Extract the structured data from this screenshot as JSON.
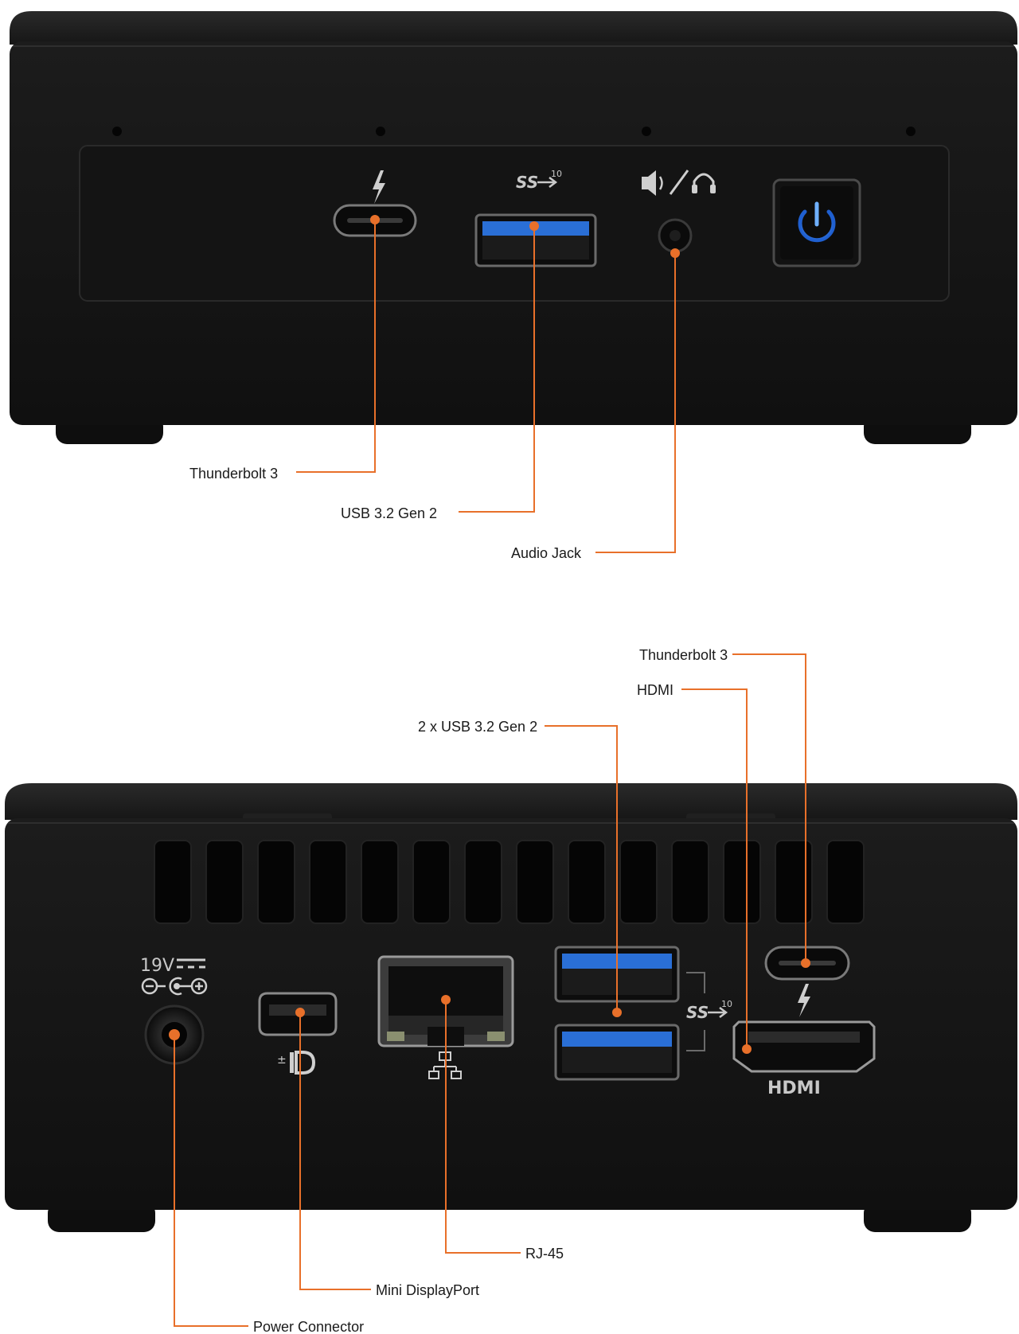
{
  "colors": {
    "accent": "#e8702a",
    "body": "#131313",
    "power_glow": "#2f7bff",
    "usb_blue": "#2a6fd6"
  },
  "front_panel": {
    "labels": {
      "thunderbolt": "Thunderbolt 3",
      "usb": "USB 3.2 Gen 2",
      "audio": "Audio Jack"
    },
    "icons": [
      "thunderbolt-icon",
      "superspeed-10-icon",
      "speaker-icon",
      "headphones-icon",
      "power-icon"
    ],
    "usb_logo_text": "SS",
    "usb_logo_sup": "10"
  },
  "rear_panel": {
    "labels": {
      "thunderbolt": "Thunderbolt 3",
      "hdmi": "HDMI",
      "usb": "2 x USB 3.2 Gen 2",
      "rj45": "RJ-45",
      "mini_dp": "Mini DisplayPort",
      "power": "Power Connector"
    },
    "power_rating": "19V",
    "hdmi_logo": "HDMI",
    "usb_logo_text": "SS",
    "usb_logo_sup": "10",
    "icons": [
      "displayport-icon",
      "network-icon",
      "thunderbolt-icon",
      "superspeed-10-icon",
      "dc-polarity-icon"
    ]
  }
}
